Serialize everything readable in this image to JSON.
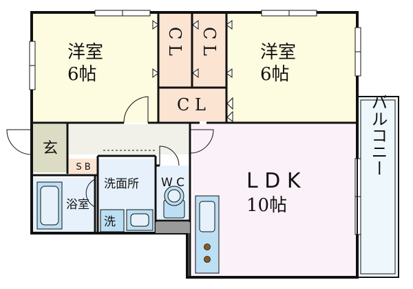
{
  "rooms": {
    "western_left": {
      "name": "洋室",
      "size": "6帖"
    },
    "western_right": {
      "name": "洋室",
      "size": "6帖"
    },
    "closet_1": "C L",
    "closet_2": "C L",
    "closet_3": "C L",
    "entrance": "玄",
    "shoe_box": "S B",
    "washroom": "洗面所",
    "washer": "洗",
    "toilet": "W C",
    "bath": "浴室",
    "ldk": {
      "name": "L D K",
      "size": "10帖"
    },
    "balcony": "バルコニー"
  },
  "colors": {
    "western_rooms": "#fdfbe0",
    "closets": "#fbe4d2",
    "ldk": "#fbf1f8",
    "wet_areas": "#e6f1fb",
    "fixtures": "#bcdff4",
    "entrance": "#dcdcc4",
    "hall": "#f1f1ea",
    "balcony": "#eef7fb",
    "walls": "#111111",
    "stove_dots": "#8a5a1c"
  }
}
